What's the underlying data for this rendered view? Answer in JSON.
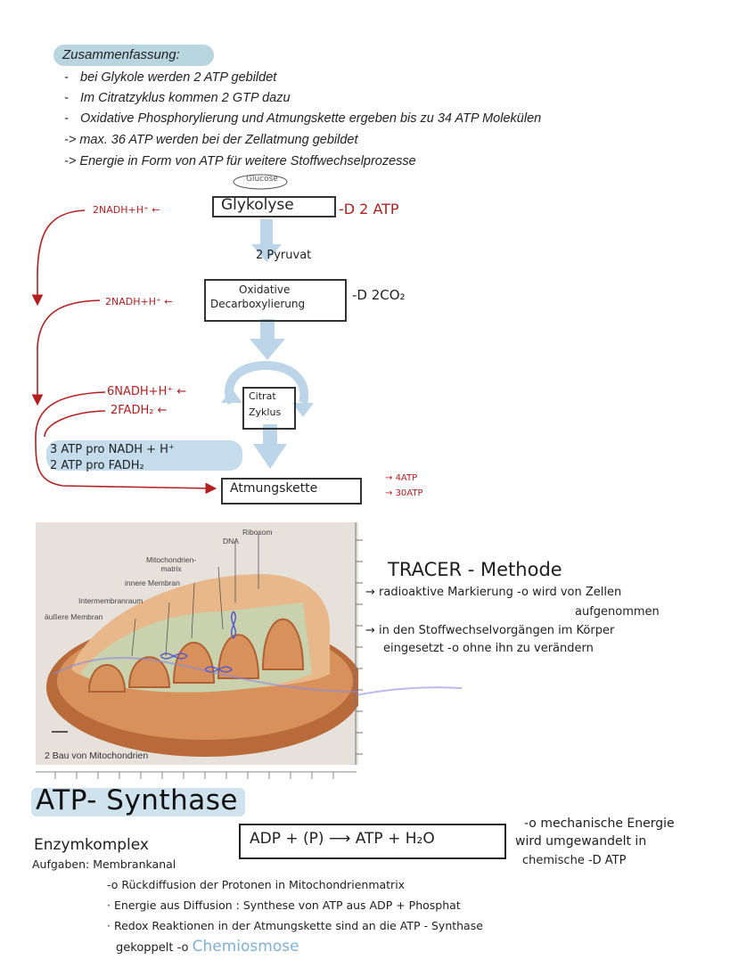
{
  "summary": {
    "heading": "Zusammenfassung:",
    "bullets": [
      "bei Glykole werden 2 ATP gebildet",
      "Im Citratzyklus kommen 2 GTP dazu",
      "Oxidative Phosphorylierung und Atmungskette ergeben bis zu 34 ATP Molekülen"
    ],
    "arrows": [
      "-> max. 36 ATP werden bei der Zellatmung gebildet",
      "-> Energie in Form von ATP für weitere Stoffwechselprozesse"
    ]
  },
  "diagram": {
    "glucose": "Glucose",
    "glykolyse": "Glykolyse",
    "glykolyse_out": "-D 2 ATP",
    "glykolyse_nadh": "2NADH+H⁺ ←",
    "pyruvat": "2 Pyruvat",
    "decarb_line1": "Oxidative",
    "decarb_line2": "Decarboxylierung",
    "decarb_out": "-D 2CO₂",
    "decarb_nadh": "2NADH+H⁺ ←",
    "citrat_line1": "Citrat",
    "citrat_line2": "Zyklus",
    "citrat_nadh": "6NADH+H⁺ ←",
    "citrat_fadh": "2FADH₂ ←",
    "yield_line1": "3 ATP pro NADH + H⁺",
    "yield_line2": "2 ATP pro FADH₂",
    "atmung": "Atmungskette",
    "atmung_out1": "4ATP",
    "atmung_out2": "30ATP"
  },
  "figure": {
    "labels": {
      "ribosom": "Ribosom",
      "dna": "DNA",
      "matrix": "Mitochondrien-\nmatrix",
      "innere": "innere Membran",
      "intermembran": "Intermembranraum",
      "aeussere": "äußere Membran"
    },
    "caption": "2 Bau von Mitochondrien"
  },
  "tracer": {
    "title": "TRACER - Methode",
    "line1": "radioaktive Markierung -o wird von Zellen",
    "line1b": "aufgenommen",
    "line2": "in den Stoffwechselvorgängen im Körper",
    "line2b": "eingesetzt -o ohne ihn zu verändern"
  },
  "atp_synthase": {
    "title": "ATP- Synthase",
    "enzyme": "Enzymkomplex",
    "aufgaben": "Aufgaben: Membrankanal",
    "equation": "ADP + (P) ⟶ ATP + H₂O",
    "note1": "-o mechanische Energie",
    "note2": "wird umgewandelt in",
    "note3": "chemische -D ATP",
    "items": [
      "-o Rückdiffusion der Protonen in Mitochondrienmatrix",
      "· Energie aus Diffusion : Synthese von ATP aus ADP + Phosphat",
      "· Redox Reaktionen in der Atmungskette sind an die ATP - Synthase"
    ],
    "last_prefix": "gekoppelt -o ",
    "last_highlight": "Chemiosmose"
  }
}
